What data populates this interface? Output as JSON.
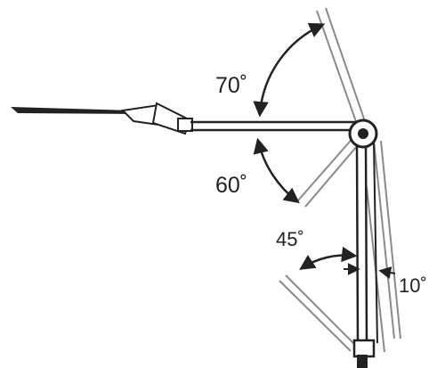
{
  "angles": {
    "upper_arm_up": "70˚",
    "upper_arm_down": "60˚",
    "lower_arm_back": "45˚",
    "lower_arm_forward": "10˚"
  },
  "colors": {
    "line": "#222222",
    "fill": "#ffffff",
    "ghost": "#8a8a8a"
  }
}
